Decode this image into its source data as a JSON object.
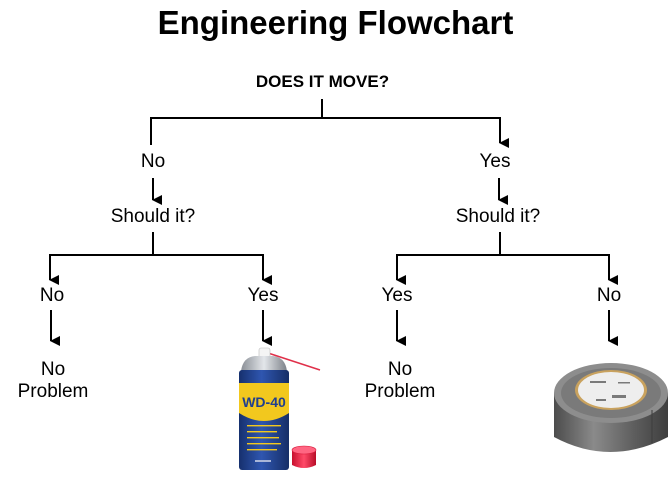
{
  "title": "Engineering Flowchart",
  "root_question": "DOES IT MOVE?",
  "branches": {
    "left": {
      "answer": "No",
      "question": "Should it?",
      "outcomes": [
        {
          "answer": "No",
          "result": "No Problem",
          "result_lines": [
            "No",
            "Problem"
          ]
        },
        {
          "answer": "Yes",
          "result_image": "wd-40-can",
          "result_image_text": "WD-40"
        }
      ]
    },
    "right": {
      "answer": "Yes",
      "question": "Should it?",
      "outcomes": [
        {
          "answer": "Yes",
          "result": "No Problem",
          "result_lines": [
            "No",
            "Problem"
          ]
        },
        {
          "answer": "No",
          "result_image": "duct-tape-roll"
        }
      ]
    }
  },
  "colors": {
    "line": "#000000",
    "wd40_blue": "#1f3f8f",
    "wd40_yellow": "#f2c81e",
    "wd40_red_cap": "#e8284a",
    "spray_line": "#e0304a",
    "tape_gray": "#6a6a6a"
  }
}
